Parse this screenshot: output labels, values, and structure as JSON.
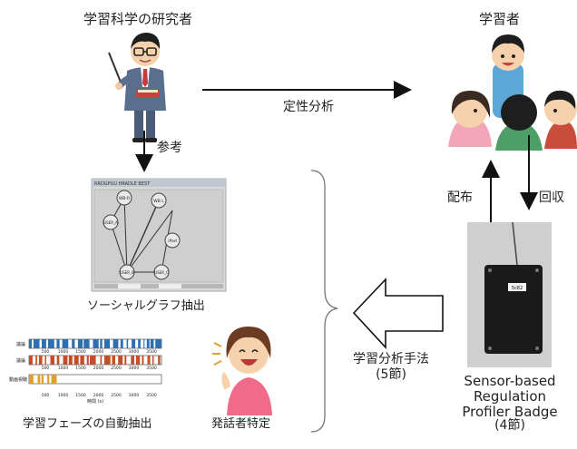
{
  "researcher": {
    "title": "学習科学の研究者"
  },
  "learners": {
    "title": "学習者"
  },
  "arrows": {
    "qualitative": "定性分析",
    "reference": "参考",
    "distribute": "配布",
    "collect": "回収"
  },
  "methods": {
    "social_graph": "ソーシャルグラフ抽出",
    "phase_extraction": "学習フェーズの自動抽出",
    "speaker_id": "発話者特定",
    "analysis_method": "学習分析手法",
    "analysis_section": "(5節)"
  },
  "badge": {
    "line1": "Sensor-based",
    "line2": "Regulation",
    "line3": "Profiler Badge",
    "section": "(4節)",
    "chip_label": "5c82"
  },
  "graph_thumb": {
    "header": "RRDGPUU HRADLE BEST",
    "nodes": [
      "WB-R",
      "WB L",
      "iPad",
      "USER_A",
      "USER_B",
      "USER_C"
    ]
  },
  "phase_thumb": {
    "rows": [
      "議論",
      "議論",
      "動画視聴"
    ],
    "ticks": [
      "500",
      "1000",
      "1500",
      "2000",
      "2500",
      "3000",
      "3500"
    ],
    "xlabel": "時間 (s)"
  },
  "colors": {
    "row1": "#2f6fb0",
    "row2": "#c0502a",
    "row3": "#e0a02a"
  }
}
